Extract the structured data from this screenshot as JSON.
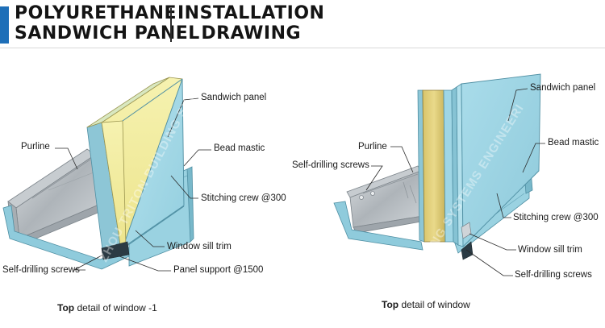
{
  "header": {
    "title_left_line1": "POLYURETHANE",
    "title_left_line2": "SANDWICH PANEL",
    "title_right_line1": "INSTALLATION",
    "title_right_line2": "DRAWING",
    "accent_color": "#1e6fb8"
  },
  "left_drawing": {
    "labels": {
      "sandwich_panel": "Sandwich panel",
      "bead_mastic": "Bead mastic",
      "purline": "Purline",
      "stitching_crew": "Stitching crew @300",
      "window_sill_trim": "Window sill trim",
      "self_drilling_screws": "Self-drilling screws",
      "panel_support": "Panel support @1500"
    },
    "caption_bold": "Top",
    "caption_rest": " detail of window -1",
    "watermark": "ZHOU TRITON BUILDING SYS"
  },
  "right_drawing": {
    "labels": {
      "sandwich_panel": "Sandwich panel",
      "bead_mastic": "Bead mastic",
      "purline": "Purline",
      "self_drilling_screws_top": "Self-drilling screws",
      "stitching_crew": "Stitching crew @300",
      "window_sill_trim": "Window sill trim",
      "self_drilling_screws_bottom": "Self-drilling screws"
    },
    "caption_bold": "Top",
    "caption_rest": " detail of window",
    "watermark": "NG SYSTEMS ENGINEERI"
  },
  "colors": {
    "panel_face": "#a8dbe8",
    "panel_core": "#f2eda0",
    "purline_steel": "#b9bfc4",
    "trim": "#8fcbdc"
  }
}
